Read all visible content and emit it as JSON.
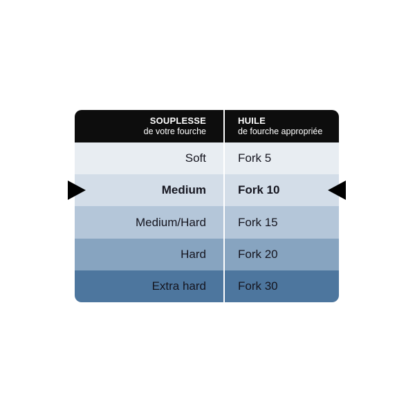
{
  "page": {
    "background": "#ffffff"
  },
  "table": {
    "header": {
      "col1_title": "SOUPLESSE",
      "col1_subtitle": "de votre fourche",
      "col2_title": "HUILE",
      "col2_subtitle": "de fourche appropriée",
      "bg": "#0d0d0d",
      "text_color": "#ffffff"
    },
    "rows": [
      {
        "souplesse": "Soft",
        "huile": "Fork 5",
        "bg": "#e8edf2",
        "highlighted": false
      },
      {
        "souplesse": "Medium",
        "huile": "Fork 10",
        "bg": "#d3dde8",
        "highlighted": true
      },
      {
        "souplesse": "Medium/Hard",
        "huile": "Fork 15",
        "bg": "#b4c6d9",
        "highlighted": false
      },
      {
        "souplesse": "Hard",
        "huile": "Fork 20",
        "bg": "#87a4c0",
        "highlighted": false
      },
      {
        "souplesse": "Extra hard",
        "huile": "Fork 30",
        "bg": "#4d769e",
        "highlighted": false
      }
    ],
    "text_color": "#15151f",
    "divider_color": "#ffffff",
    "arrow_color": "#000000"
  },
  "chart_data": {
    "type": "table",
    "title": "",
    "columns": [
      "SOUPLESSE de votre fourche",
      "HUILE de fourche appropriée"
    ],
    "rows": [
      [
        "Soft",
        "Fork 5"
      ],
      [
        "Medium",
        "Fork 10"
      ],
      [
        "Medium/Hard",
        "Fork 15"
      ],
      [
        "Hard",
        "Fork 20"
      ],
      [
        "Extra hard",
        "Fork 30"
      ]
    ],
    "highlighted_row": [
      "Medium",
      "Fork 10"
    ],
    "layout": {
      "header_bg": "#0d0d0d",
      "row_bgs": [
        "#e8edf2",
        "#d3dde8",
        "#b4c6d9",
        "#87a4c0",
        "#4d769e"
      ],
      "highlight_markers": "black triangles pointing at Medium row from both sides"
    }
  }
}
